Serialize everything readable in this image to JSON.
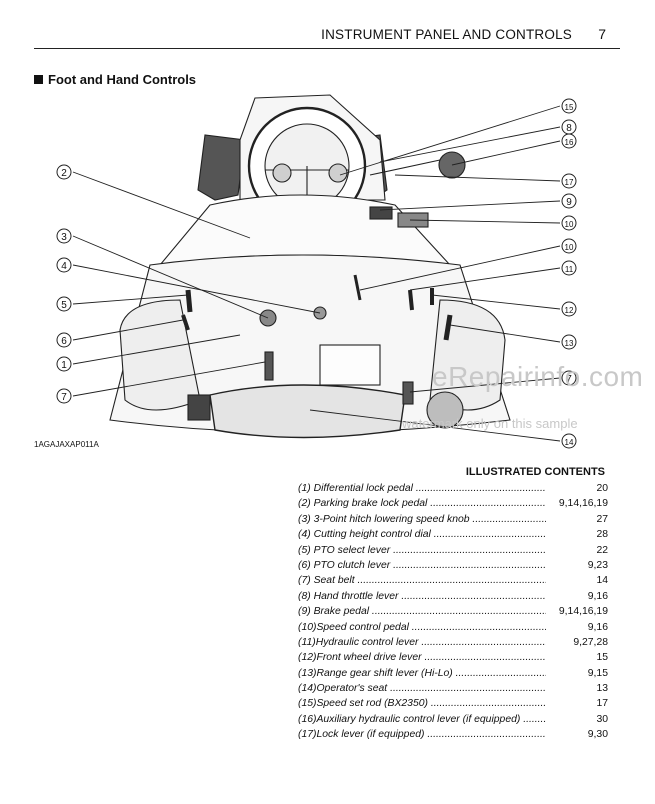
{
  "header": {
    "title": "INSTRUMENT PANEL AND CONTROLS",
    "page_number": "7"
  },
  "section": {
    "title": "Foot and Hand Controls"
  },
  "figure": {
    "code": "1AGAJAXAP011A",
    "callouts": [
      "1",
      "2",
      "3",
      "4",
      "5",
      "6",
      "7",
      "7",
      "8",
      "9",
      "10",
      "10",
      "11",
      "12",
      "13",
      "14",
      "15",
      "16",
      "17"
    ]
  },
  "watermark": {
    "main": "eRepairinfo.com",
    "sub": "watermark only on this sample"
  },
  "contents": {
    "title": "ILLUSTRATED CONTENTS",
    "items": [
      {
        "label": "(1) Differential lock pedal",
        "page": "20"
      },
      {
        "label": "(2) Parking brake lock pedal",
        "page": "9,14,16,19"
      },
      {
        "label": "(3) 3-Point hitch lowering speed knob",
        "page": "27"
      },
      {
        "label": "(4) Cutting height control dial",
        "page": "28"
      },
      {
        "label": "(5) PTO select lever",
        "page": "22"
      },
      {
        "label": "(6) PTO clutch lever",
        "page": "9,23"
      },
      {
        "label": "(7) Seat belt",
        "page": "14"
      },
      {
        "label": "(8) Hand throttle lever",
        "page": "9,16"
      },
      {
        "label": "(9) Brake pedal",
        "page": "9,14,16,19"
      },
      {
        "label": "(10)Speed control pedal",
        "page": "9,16"
      },
      {
        "label": "(11)Hydraulic control lever",
        "page": "9,27,28"
      },
      {
        "label": "(12)Front wheel drive lever",
        "page": "15"
      },
      {
        "label": "(13)Range gear shift lever (Hi-Lo)",
        "page": "9,15"
      },
      {
        "label": "(14)Operator's seat",
        "page": "13"
      },
      {
        "label": "(15)Speed set rod (BX2350)",
        "page": "17"
      },
      {
        "label": "(16)Auxiliary hydraulic control lever (if equipped)",
        "page": "30"
      },
      {
        "label": "(17)Lock lever (if equipped)",
        "page": "9,30"
      }
    ]
  }
}
